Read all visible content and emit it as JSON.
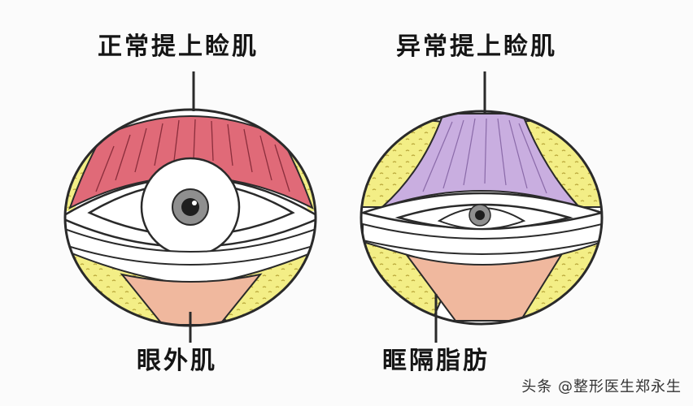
{
  "labels": {
    "normal_muscle": "正常提上睑肌",
    "abnormal_muscle": "异常提上睑肌",
    "orbicularis": "眼外肌",
    "septal_fat": "眶隔脂肪"
  },
  "watermark": "头条 @整形医生郑永生",
  "colors": {
    "background": "#fbfbfb",
    "outline": "#2a2a2a",
    "normal_muscle": "#e06a78",
    "abnormal_muscle": "#c9aee0",
    "fat": "#f3ee86",
    "orbicularis": "#f0b89e",
    "iris": "#8f8f8f",
    "pupil": "#1e1e1e"
  }
}
